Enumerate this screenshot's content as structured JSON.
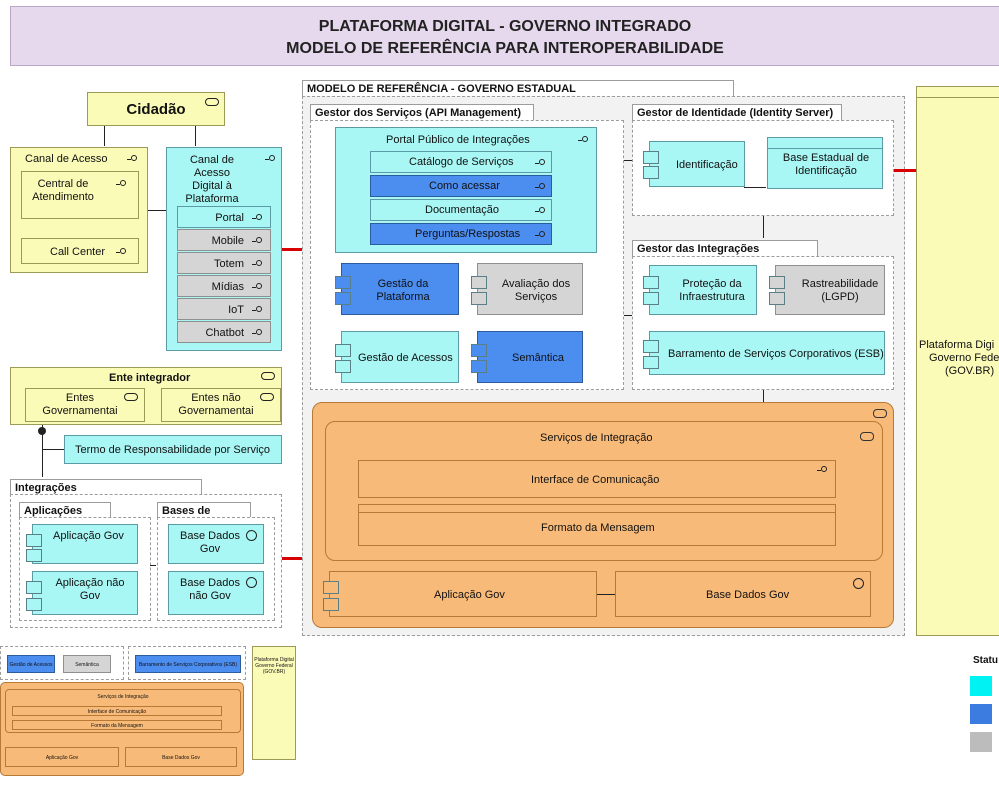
{
  "title": {
    "line1": "PLATAFORMA DIGITAL - GOVERNO INTEGRADO",
    "line2": "MODELO DE REFERÊNCIA PARA INTEROPERABILIDADE"
  },
  "cidadao": "Cidadão",
  "canal_acesso": {
    "title": "Canal de Acesso",
    "central": "Central de Atendimento",
    "call_center": "Call Center"
  },
  "canal_digital": {
    "title": "Canal de Acesso Digital à Plataforma",
    "items": [
      "Portal",
      "Mobile",
      "Totem",
      "Mídias",
      "IoT",
      "Chatbot"
    ]
  },
  "ente": {
    "title": "Ente integrador",
    "gov": "Entes Governamentai",
    "nao_gov": "Entes não Governamentai",
    "termo": "Termo de Responsabilidade por Serviço"
  },
  "integracoes": {
    "title": "Integrações",
    "aplicacoes": "Aplicações",
    "bases": "Bases de Dados",
    "app_gov": "Aplicação Gov",
    "app_nao_gov": "Aplicação não Gov",
    "bd_gov": "Base Dados Gov",
    "bd_nao_gov": "Base Dados não Gov"
  },
  "modelo": {
    "title": "MODELO DE REFERÊNCIA - GOVERNO ESTADUAL"
  },
  "gestor_servicos": {
    "title": "Gestor dos Serviços (API Management)",
    "portal": "Portal Público de Integrações",
    "catalogo": "Catálogo de Serviços",
    "como": "Como acessar",
    "doc": "Documentação",
    "perguntas": "Perguntas/Respostas",
    "gestao_plataforma": "Gestão da Plataforma",
    "avaliacao": "Avaliação dos Serviços",
    "gestao_acessos": "Gestão de Acessos",
    "semantica": "Semântica"
  },
  "gestor_identidade": {
    "title": "Gestor de Identidade (Identity Server)",
    "identificacao": "Identificação",
    "base_estadual": "Base Estadual de Identificação"
  },
  "gestor_integracoes": {
    "title": "Gestor das Integrações",
    "protecao": "Proteção da Infraestrutura",
    "rastreabilidade": "Rastreabilidade (LGPD)",
    "esb": "Barramento de Serviços Corporativos (ESB)"
  },
  "servicos": {
    "title": "Serviços de Integração",
    "interface": "Interface de Comunicação",
    "formato": "Formato da Mensagem",
    "app_gov": "Aplicação Gov",
    "bd_gov": "Base Dados Gov"
  },
  "federal": {
    "line1": "Plataforma Digi",
    "line2": "Governo Feder",
    "line3": "(GOV.BR)"
  },
  "status": {
    "title": "Statu",
    "colors": [
      "#00f2f2",
      "#3c7be0",
      "#bcbcbc"
    ]
  },
  "mini": {
    "gestao_acessos": "Gestão de Acessos",
    "semantica": "Semântica",
    "esb": "Barramento de Serviços Corporativos (ESB)",
    "federal1": "Plataforma Digital",
    "federal2": "Governo Federal",
    "federal3": "(GOV.BR)",
    "servicos": "Serviços de Integração",
    "interface": "Interface de Comunicação",
    "formato": "Formato da Mensagem",
    "app_gov": "Aplicação Gov",
    "bd_gov": "Base Dados Gov"
  }
}
